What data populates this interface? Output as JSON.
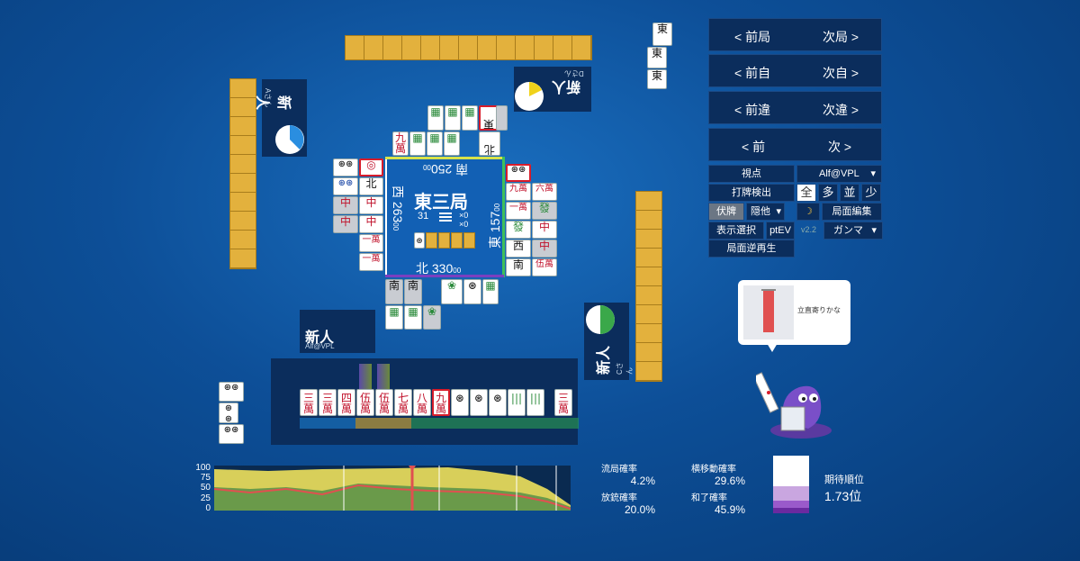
{
  "nav": {
    "prev_round": "< 前局",
    "next_round": "次局 >",
    "prev_self": "< 前自",
    "next_self": "次自 >",
    "prev_diff": "< 前違",
    "next_diff": "次違 >",
    "prev": "< 前",
    "next": "次 >"
  },
  "controls": {
    "view_label": "視点",
    "view_value": "Alf@VPL",
    "dahai_label": "打牌検出",
    "level_options": [
      "全",
      "多",
      "並",
      "少"
    ],
    "fuse_label": "伏牌",
    "fuse_value": "隠他",
    "moon_icon": "moon-icon",
    "edit_label": "局面編集",
    "display_label": "表示選択",
    "ptev_label": "ptEV",
    "version": "v2.2",
    "gamma_value": "ガンマ",
    "reverse_label": "局面逆再生"
  },
  "center": {
    "round": "東三局",
    "honba": "31",
    "riichi_x": "×0",
    "honba_x": "×0",
    "east_score": "157",
    "east_wind": "東",
    "south_score": "250",
    "south_wind": "南",
    "west_score": "263",
    "west_wind": "西",
    "north_score": "330",
    "north_wind": "北",
    "score_suffix": "00"
  },
  "players": {
    "top": {
      "name": "新人",
      "sub": "Dさん"
    },
    "left": {
      "name": "新人",
      "sub": "Aさん"
    },
    "right": {
      "name": "新人",
      "sub": "Cさん"
    },
    "bottom": {
      "name": "新人",
      "sub": "Alf@VPL"
    }
  },
  "hand": [
    "三\n萬",
    "三\n萬",
    "四\n萬",
    "伍\n萬",
    "伍\n萬",
    "七\n萬",
    "八\n萬",
    "九\n萬",
    "⊛",
    "⊛",
    "⊛",
    "|||",
    "|||",
    "三\n萬"
  ],
  "bubble": {
    "text": "立直寄りかな"
  },
  "graph": {
    "yticks": [
      "100",
      "75",
      "50",
      "25",
      "0"
    ]
  },
  "stats": {
    "ryukyoku_label": "流局確率",
    "ryukyoku_value": "4.2%",
    "yokoido_label": "横移動確率",
    "yokoido_value": "29.6%",
    "houju_label": "放銃確率",
    "houju_value": "20.0%",
    "agari_label": "和了確率",
    "agari_value": "45.9%",
    "rank_label": "期待順位",
    "rank_value": "1.73位"
  },
  "top_right_tiles": [
    "東",
    "東"
  ],
  "colors": {
    "accent_red": "#d81c2a",
    "tile_back": "#e3b13d",
    "panel": "#0b2d5c"
  }
}
